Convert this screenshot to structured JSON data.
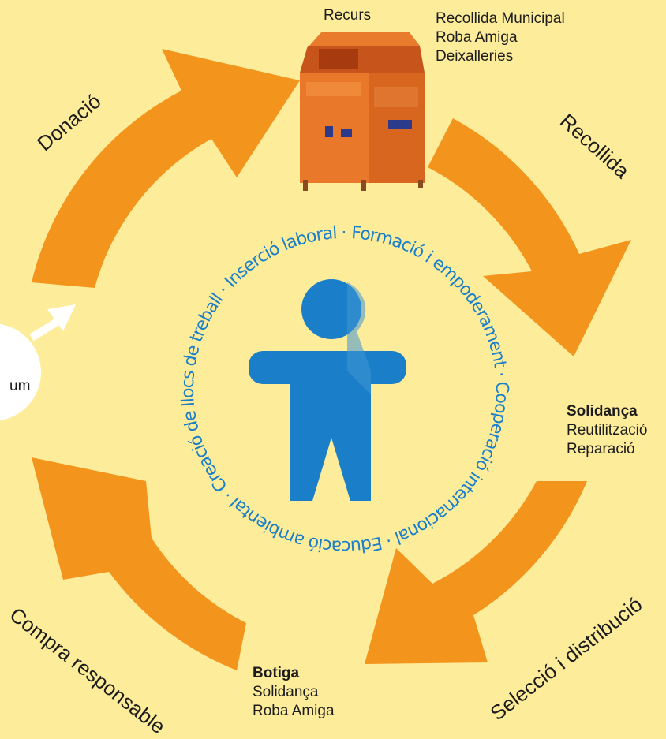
{
  "colors": {
    "background": "#fdec9a",
    "arrow": "#f3941d",
    "figure": "#1a7fc8",
    "ring_text": "#1a7fc8",
    "container": "#e77a1c"
  },
  "stages": {
    "donacio": "Donació",
    "recollida": "Recollida",
    "seleccio": "Selecció i distribució",
    "compra": "Compra responsable"
  },
  "top": {
    "recurs": "Recurs",
    "list": [
      "Recollida Municipal",
      "Roba Amiga",
      "Deixalleries"
    ]
  },
  "right": {
    "title": "Solidança",
    "items": [
      "Reutilització",
      "Reparació"
    ]
  },
  "bottom": {
    "title": "Botiga",
    "items": [
      "Solidança",
      "Roba Amiga"
    ]
  },
  "left_fragment": "um",
  "ring_text": "Formació i empoderament · Cooperació internacional · Educació ambiental · Creació de llocs de treball · Inserció laboral · ",
  "icons": {
    "container": "clothing-container-icon",
    "person": "person-icon",
    "gender": "male-symbol-icon"
  }
}
